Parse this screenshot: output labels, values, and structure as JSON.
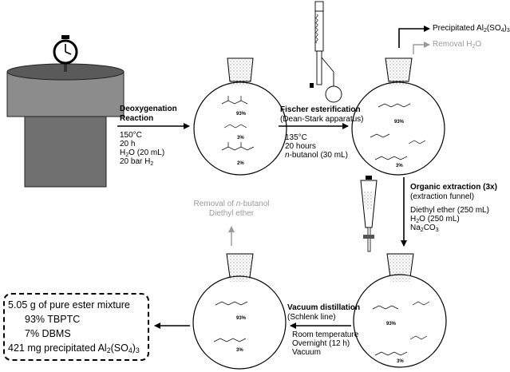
{
  "step1": {
    "title_line1": "Deoxygenation",
    "title_line2": "Reaction",
    "cond1": "150°C",
    "cond2": "20 h",
    "cond3_pre": "H",
    "cond3_sub": "2",
    "cond3_post": "O (20 mL)",
    "cond4_pre": "20 bar H",
    "cond4_sub": "2"
  },
  "step2": {
    "title": "Fischer esterification",
    "subtitle": "(Dean-Stark apparatus)",
    "cond1": "135°C",
    "cond2": "20 hours",
    "cond3_italic": "n",
    "cond3_post": "-butanol  (30 mL)"
  },
  "step3": {
    "title": "Organic extraction (3x)",
    "subtitle": "(extraction funnel)",
    "cond1": "Diethyl ether (250 mL)",
    "cond2_pre": "H",
    "cond2_sub": "2",
    "cond2_post": "O (250 mL)",
    "cond3_pre": "Na",
    "cond3_sub": "2",
    "cond3_mid": "CO",
    "cond3_sub2": "3"
  },
  "step4": {
    "title": "Vacuum distillation",
    "subtitle": "(Schlenk line)",
    "cond1": "Room temperature",
    "cond2": "Overnight  (12 h)",
    "cond3": "Vacuum"
  },
  "removal_top": {
    "precip_pre": "Precipitated Al",
    "precip_sub1": "2",
    "precip_mid": "(SO",
    "precip_sub2": "4",
    "precip_post": ")",
    "precip_sub3": "3",
    "water_pre": "Removal H",
    "water_sub": "2",
    "water_post": "O"
  },
  "removal_butanol": {
    "line1_pre": "Removal of ",
    "line1_italic": "n",
    "line1_post": "-butanol",
    "line2": "Diethyl ether"
  },
  "flask1": {
    "p1": "93%",
    "p2": "3%",
    "p3": "2%"
  },
  "flask2": {
    "p1": "93%",
    "p2": "3%"
  },
  "flask3": {
    "p1": "93%",
    "p2": "3%"
  },
  "flask4": {
    "p1": "93%",
    "p2": "3%"
  },
  "result": {
    "line1": "5.05 g of pure ester mixture",
    "line2": "93% TBPTC",
    "line3": "7% DBMS",
    "line4_pre": "421 mg precipitated Al",
    "line4_sub1": "2",
    "line4_mid": "(SO",
    "line4_sub2": "4",
    "line4_post": ")",
    "line4_sub3": "3"
  },
  "colors": {
    "reactor_body": "#6f6f6f",
    "reactor_top": "#8c8c8c",
    "grey_text": "#9a9a9a"
  }
}
